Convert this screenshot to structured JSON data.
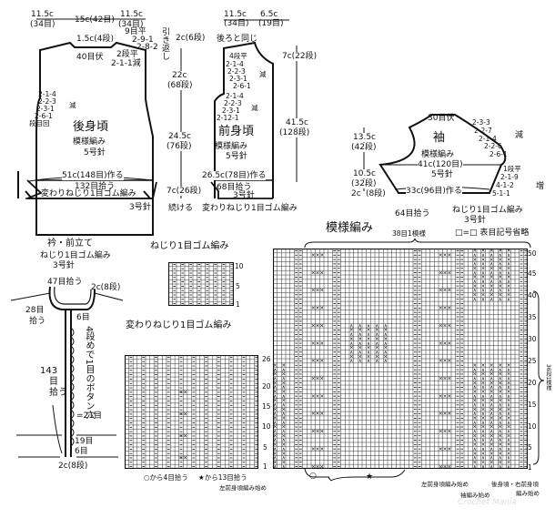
{
  "back": {
    "title": "後身頃",
    "pattern": "模様編み",
    "needle": "5号針",
    "dim_shoulder_left": "11.5c",
    "dim_shoulder_left_sts": "(34目)",
    "dim_neck": "15c(42目)",
    "dim_shoulder_right": "11.5c",
    "dim_shoulder_right_sts": "(34目)",
    "neck_depth": "1.5c(4段)",
    "neck_bindoff": "40目伏",
    "neck_flat": "9目平",
    "shoulder_dec1": "2-9-1",
    "shoulder_dec2": "2-8-2",
    "hikikaeshi": "引き返し",
    "neck_flat2": "2段平",
    "neck_dec": "2-1-1減",
    "arm_dec": [
      "2-1-4",
      "2-2-3",
      "2-3-1",
      "2-6-1"
    ],
    "arm_dec_label": "減",
    "row_legend": "段目回",
    "cast_on": "51c(148目)作る",
    "pickup": "132目拾う",
    "rib": "変わりねじり1目ゴム編み",
    "rib_needle": "3号針"
  },
  "middle_dims": {
    "shoulder": "2c(6段)",
    "armhole": "22c",
    "armhole_rows": "(68段)",
    "body": "24.5c",
    "body_rows": "(76段)",
    "rib": "7c(26段)",
    "continue": "続ける"
  },
  "front": {
    "title": "前身頃",
    "pattern": "模様編み",
    "needle": "5号針",
    "dim_shoulder": "11.5c",
    "dim_shoulder_sts": "(34目)",
    "dim_front": "6.5c",
    "dim_front_sts": "(19目)",
    "same_as_back": "後ろと同じ",
    "neck_flat": "4段平",
    "neck_dec": [
      "2-1-4",
      "2-2-3",
      "2-3-1",
      "2-6-1"
    ],
    "neck_dec_label": "減",
    "arm_dec": [
      "2-1-4",
      "2-2-3",
      "2-3-1",
      "2-12-1"
    ],
    "arm_dec_label": "減",
    "cast_on": "26.5c(78目)作る",
    "pickup": "68目拾う",
    "rib_needle": "3号針",
    "rib": "変わりねじり1目ゴム編み",
    "neck_len": "7c(22段)",
    "total_len": "41.5c",
    "total_rows": "(128段)"
  },
  "sleeve": {
    "title": "袖",
    "pattern": "模様編み",
    "width": "41c(120目)",
    "needle": "5号針",
    "top_bindoff": "30目伏",
    "cap_dec": [
      "2-3-3",
      "2-2-7",
      "2-1-4",
      "2-2-6",
      "2-6-1"
    ],
    "cap_dec_label": "減",
    "cap_h": "13.5c",
    "cap_rows": "(42段)",
    "body_h": "10.5c",
    "body_rows": "(32段)",
    "cuff_h": "2c",
    "cuff_rows": "(8段)",
    "inc_flat": "1段平",
    "inc": [
      "2-1-9",
      "4-1-2",
      "5-1-1"
    ],
    "inc_label": "増",
    "cast_on": "33c(96目)作る",
    "pickup": "64目拾う",
    "rib": "ねじり1目ゴム編み",
    "rib_needle": "3号針"
  },
  "collar": {
    "title": "衿・前立て",
    "pattern": "ねじり1目ゴム編み",
    "needle": "3号針",
    "back_pickup": "47目拾う",
    "width": "2c(8段)",
    "side_pickup_a": "28目",
    "side_pickup_b": "拾う",
    "six": "6目",
    "buttonhole": "4段めで1目のボタン穴",
    "front_pickup_num": "143",
    "front_pickup_a": "目",
    "front_pickup_b": "拾う",
    "spacing": "=21目",
    "nineteen": "19目",
    "six_bottom": "6目",
    "width_bottom": "2c(8段)"
  },
  "chart_twisted_rib": {
    "title": "ねじり1目ゴム編み",
    "row_labels": [
      "10",
      "5",
      "1"
    ]
  },
  "chart_var_rib": {
    "title": "変わりねじり1目ゴム編み",
    "row_labels": [
      "26",
      "20",
      "15",
      "10",
      "5",
      "1"
    ],
    "note_circle": "○から4目拾う",
    "note_star": "★から13目拾う",
    "start_note": "左前身頃編み始め"
  },
  "chart_pattern": {
    "title": "模様編み",
    "repeat": "38目1模様",
    "legend": "□=□ 表目記号省略",
    "row_labels_right": [
      "50",
      "45",
      "40",
      "35",
      "30",
      "25",
      "20",
      "15",
      "10",
      "5",
      "1"
    ],
    "row_labels_left": [
      "26",
      "20",
      "15",
      "10",
      "5",
      "1"
    ],
    "repeat_rows": "36段1模様",
    "start_left_front": "左前身頃編み始め",
    "start_sleeve": "袖編み始め",
    "start_back": "後身頃・右前身頃",
    "start_back2": "編み始め",
    "mark_circle": "○",
    "mark_star": "★"
  },
  "watermark": "Crochet Mania"
}
